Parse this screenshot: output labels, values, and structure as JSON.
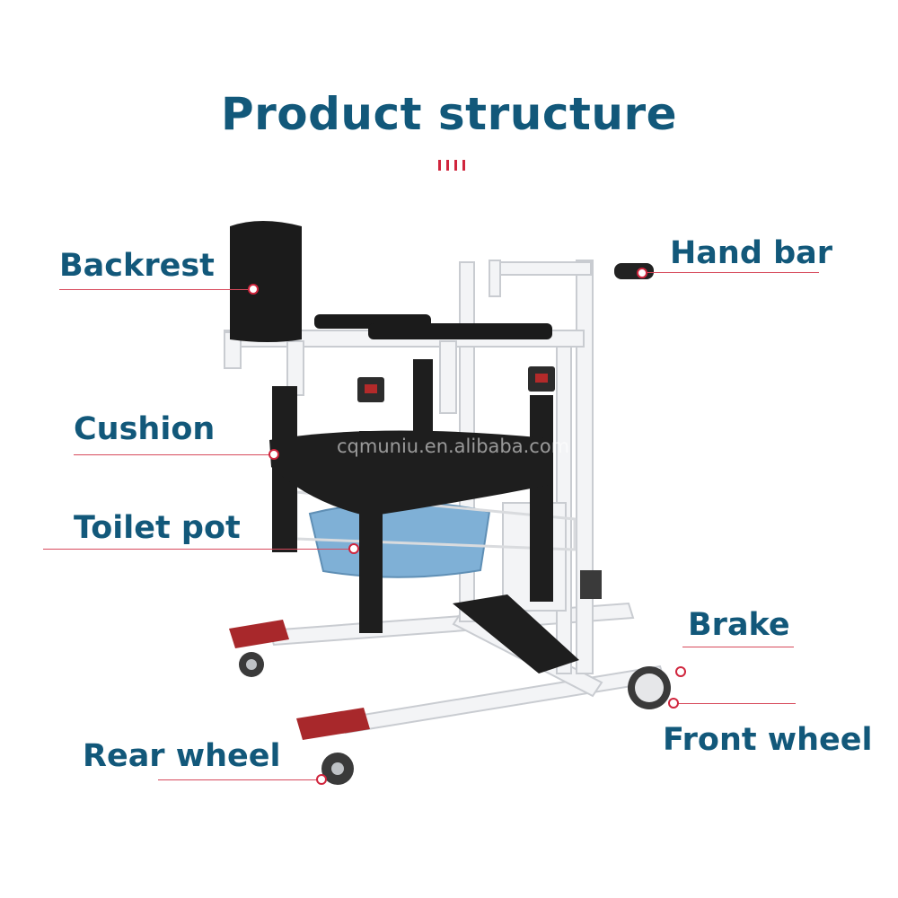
{
  "title": "Product structure",
  "watermark": "cqmuniu.en.alibaba.com",
  "labels": {
    "backrest": "Backrest",
    "hand_bar": "Hand bar",
    "cushion": "Cushion",
    "toilet_pot": "Toilet pot",
    "brake": "Brake",
    "front_wheel": "Front wheel",
    "rear_wheel": "Rear wheel"
  },
  "colors": {
    "label_text": "#12587a",
    "accent": "#d0253d",
    "frame": "#f3f4f6",
    "pot": "#7fb0d6",
    "pedal": "#a8282b",
    "padding": "#1b1b1b"
  }
}
